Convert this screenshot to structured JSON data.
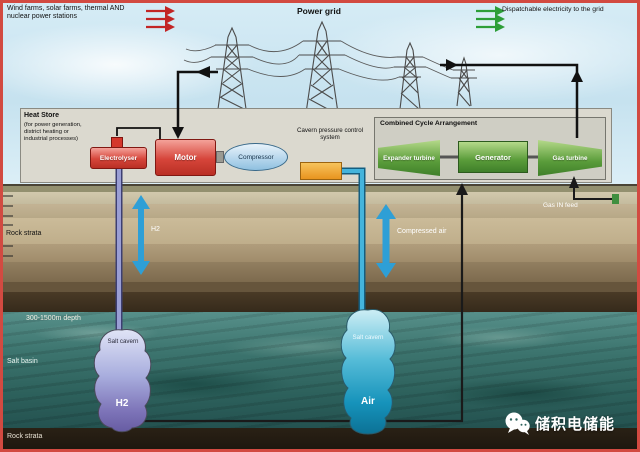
{
  "header": {
    "left_note": "Wind farms, solar farms, thermal AND nuclear power stations",
    "power_grid": "Power grid",
    "right_note": "Dispatchable electricity to the grid"
  },
  "plant": {
    "heat_store_title": "Heat Store",
    "heat_store_desc": "(for power generation, district heating or industrial processes)",
    "electrolyser_label": "Electrolyser",
    "motor_label": "Motor",
    "compressor_label": "Compressor",
    "cavern_pressure_label": "Cavern pressure control system",
    "combined_cycle_title": "Combined Cycle Arrangement",
    "expander_turbine_label": "Expander turbine",
    "generator_label": "Generator",
    "gas_turbine_label": "Gas turbine"
  },
  "flows": {
    "h2_pipe_label": "H2",
    "compressed_air_label": "Compressed air",
    "gas_in_feed_label": "Gas IN feed"
  },
  "geology": {
    "rock_strata_top": "Rock strata",
    "depth_label": "300-1500m depth",
    "salt_basin": "Salt basin",
    "rock_strata_bottom": "Rock strata"
  },
  "caverns": {
    "h2": {
      "name": "Salt cavern",
      "content": "H2"
    },
    "air": {
      "name": "Salt cavern",
      "content": "Air"
    }
  },
  "watermark": {
    "brand": "储积电储能"
  },
  "colors": {
    "frame": "#d24a41",
    "red_equipment": "#d6453a",
    "green_equipment": "#5a9c3a",
    "compressor_blue": "#9fc8e4",
    "pipe_blue": "#3fb0d8",
    "h2_pipe": "#8b8fc6",
    "arrow_red": "#c22525",
    "arrow_green": "#2d9e38",
    "salt_basin_teal": "#3f7f78"
  }
}
